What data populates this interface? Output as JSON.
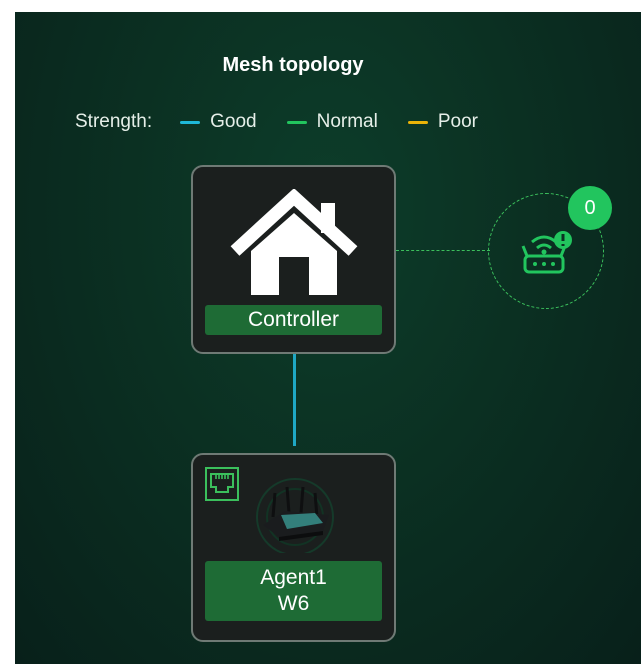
{
  "title": "Mesh topology",
  "legend": {
    "label": "Strength:",
    "items": [
      {
        "label": "Good",
        "color": "#1fb8d8"
      },
      {
        "label": "Normal",
        "color": "#22c55e"
      },
      {
        "label": "Poor",
        "color": "#eab308"
      }
    ]
  },
  "controller": {
    "label": "Controller",
    "icon": "home-icon"
  },
  "agent": {
    "name": "Agent1",
    "model": "W6",
    "icon": "router-icon",
    "connection": "ethernet-port-icon"
  },
  "link": {
    "strength": "Good",
    "color": "#1fa8c4"
  },
  "offline_devices": {
    "count": "0",
    "icon": "router-alert-icon"
  }
}
